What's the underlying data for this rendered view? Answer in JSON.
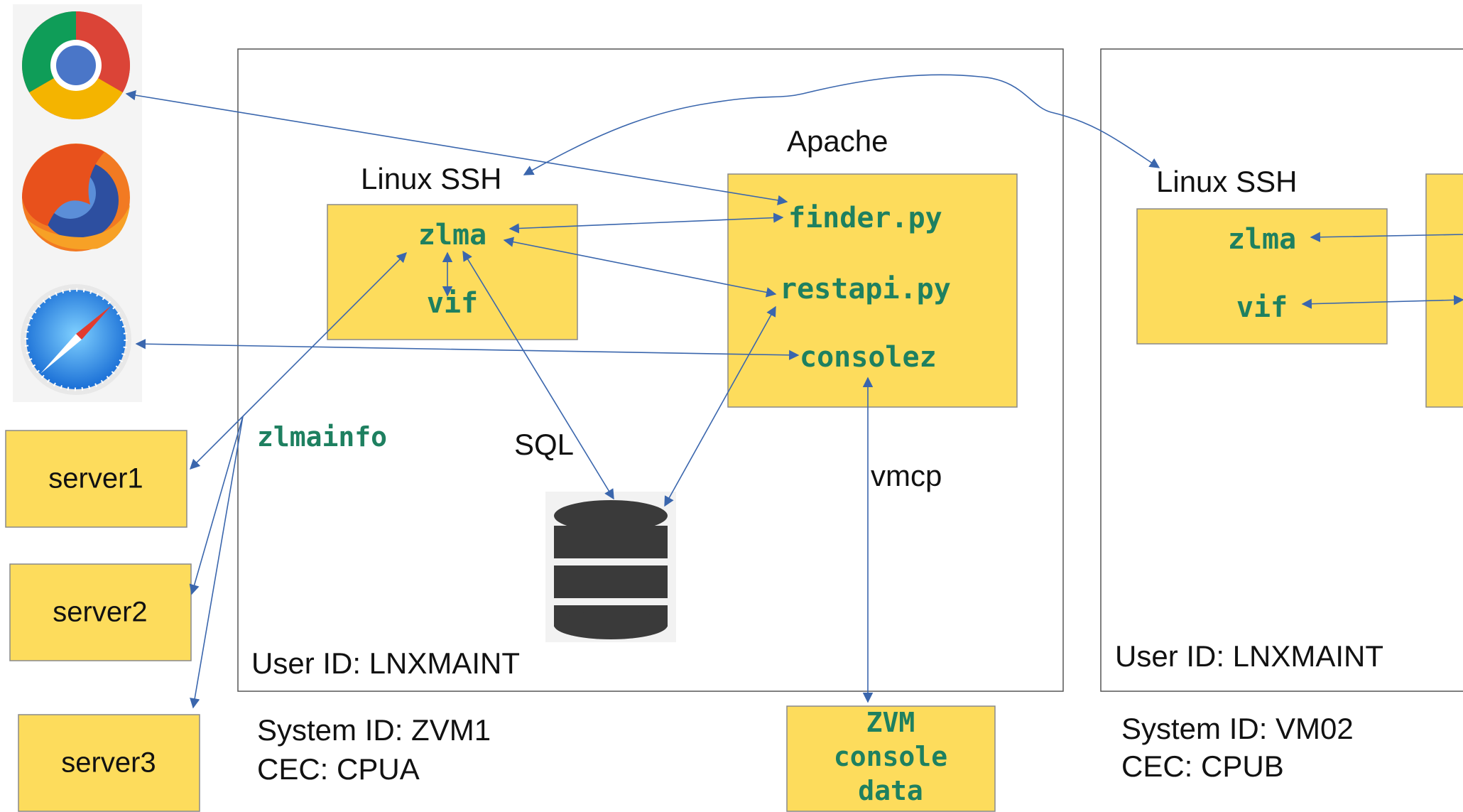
{
  "browsers": [
    {
      "name": "Chrome",
      "icon": "chrome-icon"
    },
    {
      "name": "Firefox",
      "icon": "firefox-icon"
    },
    {
      "name": "Safari",
      "icon": "safari-icon"
    }
  ],
  "servers": [
    "server1",
    "server2",
    "server3"
  ],
  "labels": {
    "zlmainfo": "zlmainfo",
    "sql": "SQL",
    "vmcp": "vmcp"
  },
  "system1": {
    "linux_ssh_label": "Linux SSH",
    "linux_items": [
      "zlma",
      "vif"
    ],
    "apache_label": "Apache",
    "apache_items": [
      "finder.py",
      "restapi.py",
      "consolez"
    ],
    "user_id": "User ID: LNXMAINT",
    "system_id": "System ID: ZVM1",
    "cec": "CEC: CPUA",
    "console_box": [
      "ZVM",
      "console",
      "data"
    ]
  },
  "system2": {
    "linux_ssh_label": "Linux SSH",
    "linux_items": [
      "zlma",
      "vif"
    ],
    "user_id": "User ID: LNXMAINT",
    "system_id": "System ID: VM02",
    "cec": "CEC: CPUB"
  },
  "colors": {
    "box_fill": "#fddc5c",
    "arrow": "#3a66ad",
    "code_text": "#1e8060"
  }
}
